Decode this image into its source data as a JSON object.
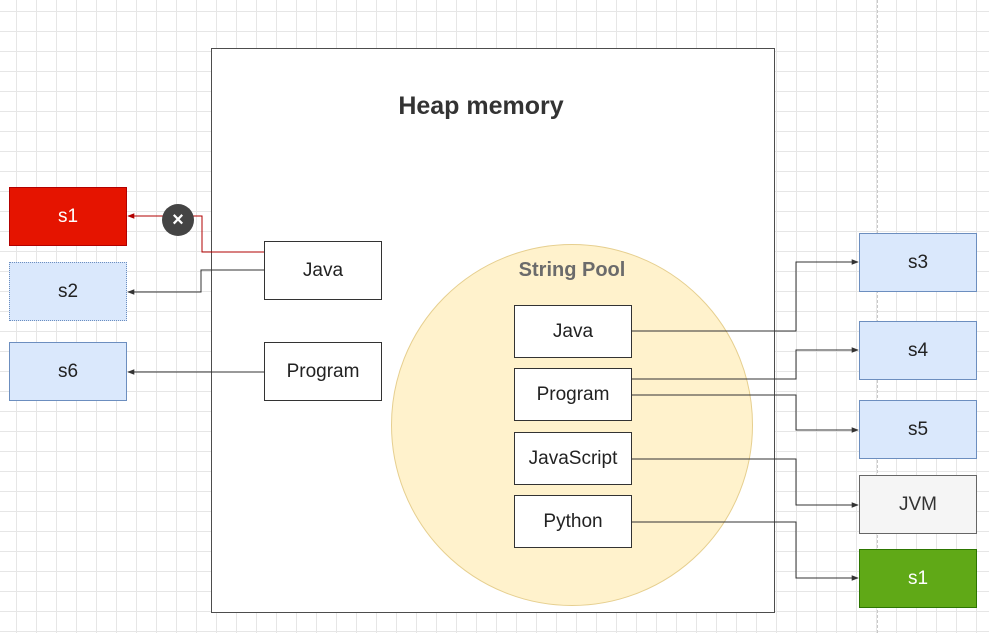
{
  "heap": {
    "title": "Heap memory"
  },
  "pool": {
    "title": "String Pool"
  },
  "heap_objects": {
    "java": "Java",
    "program": "Program"
  },
  "pool_objects": {
    "java": "Java",
    "program": "Program",
    "javascript": "JavaScript",
    "python": "Python"
  },
  "left_refs": {
    "s1": "s1",
    "s2": "s2",
    "s6": "s6"
  },
  "right_refs": {
    "s3": "s3",
    "s4": "s4",
    "s5": "s5",
    "jvm": "JVM",
    "s1": "s1"
  },
  "icons": {
    "removed_reference": "x-circle-icon"
  },
  "colors": {
    "removed_reference": "#e51400",
    "live_reference": "#60a917",
    "reference_fill": "#dae8fc",
    "pool_fill": "#fff2cc"
  }
}
